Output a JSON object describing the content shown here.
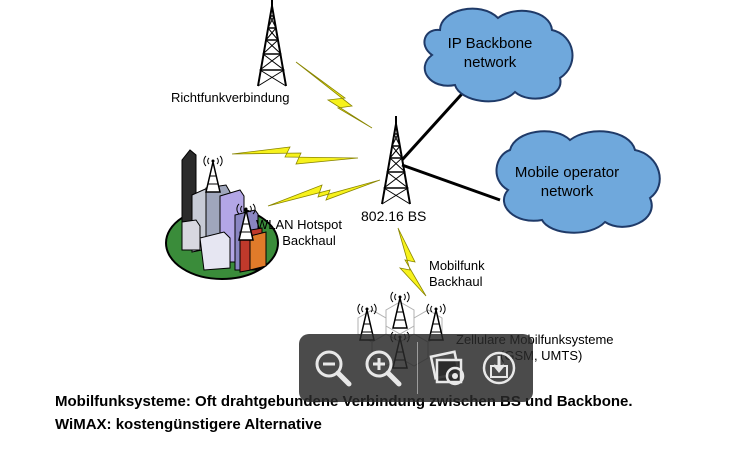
{
  "labels": {
    "richtfunk": "Richtfunkverbindung",
    "ip_backbone_line1": "IP Backbone",
    "ip_backbone_line2": "network",
    "mobile_operator_line1": "Mobile operator",
    "mobile_operator_line2": "network",
    "base_station": "802.16 BS",
    "wlan_line1": "WLAN Hotspot",
    "wlan_line2": "Backhaul",
    "mobilfunk_line1": "Mobilfunk",
    "mobilfunk_line2": "Backhaul",
    "zellular_line1": "Zellulare Mobilfunksysteme",
    "zellular_line2": "(GSM, UMTS)"
  },
  "caption": {
    "line1": "Mobilfunksysteme: Oft drahtgebundene Verbindung zwischen BS und Backbone.",
    "line2": "WiMAX: kostengünstigere Alternative"
  },
  "toolbar": {
    "buttons": [
      "zoom-out-icon",
      "zoom-in-icon",
      "slideshow-icon",
      "download-icon"
    ]
  },
  "colors": {
    "cloud_fill": "#6fa8dc",
    "cloud_stroke": "#1f3a68",
    "lightning": "#f7f21c",
    "island": "#3a8c3a",
    "toolbar_bg": "#282828"
  }
}
